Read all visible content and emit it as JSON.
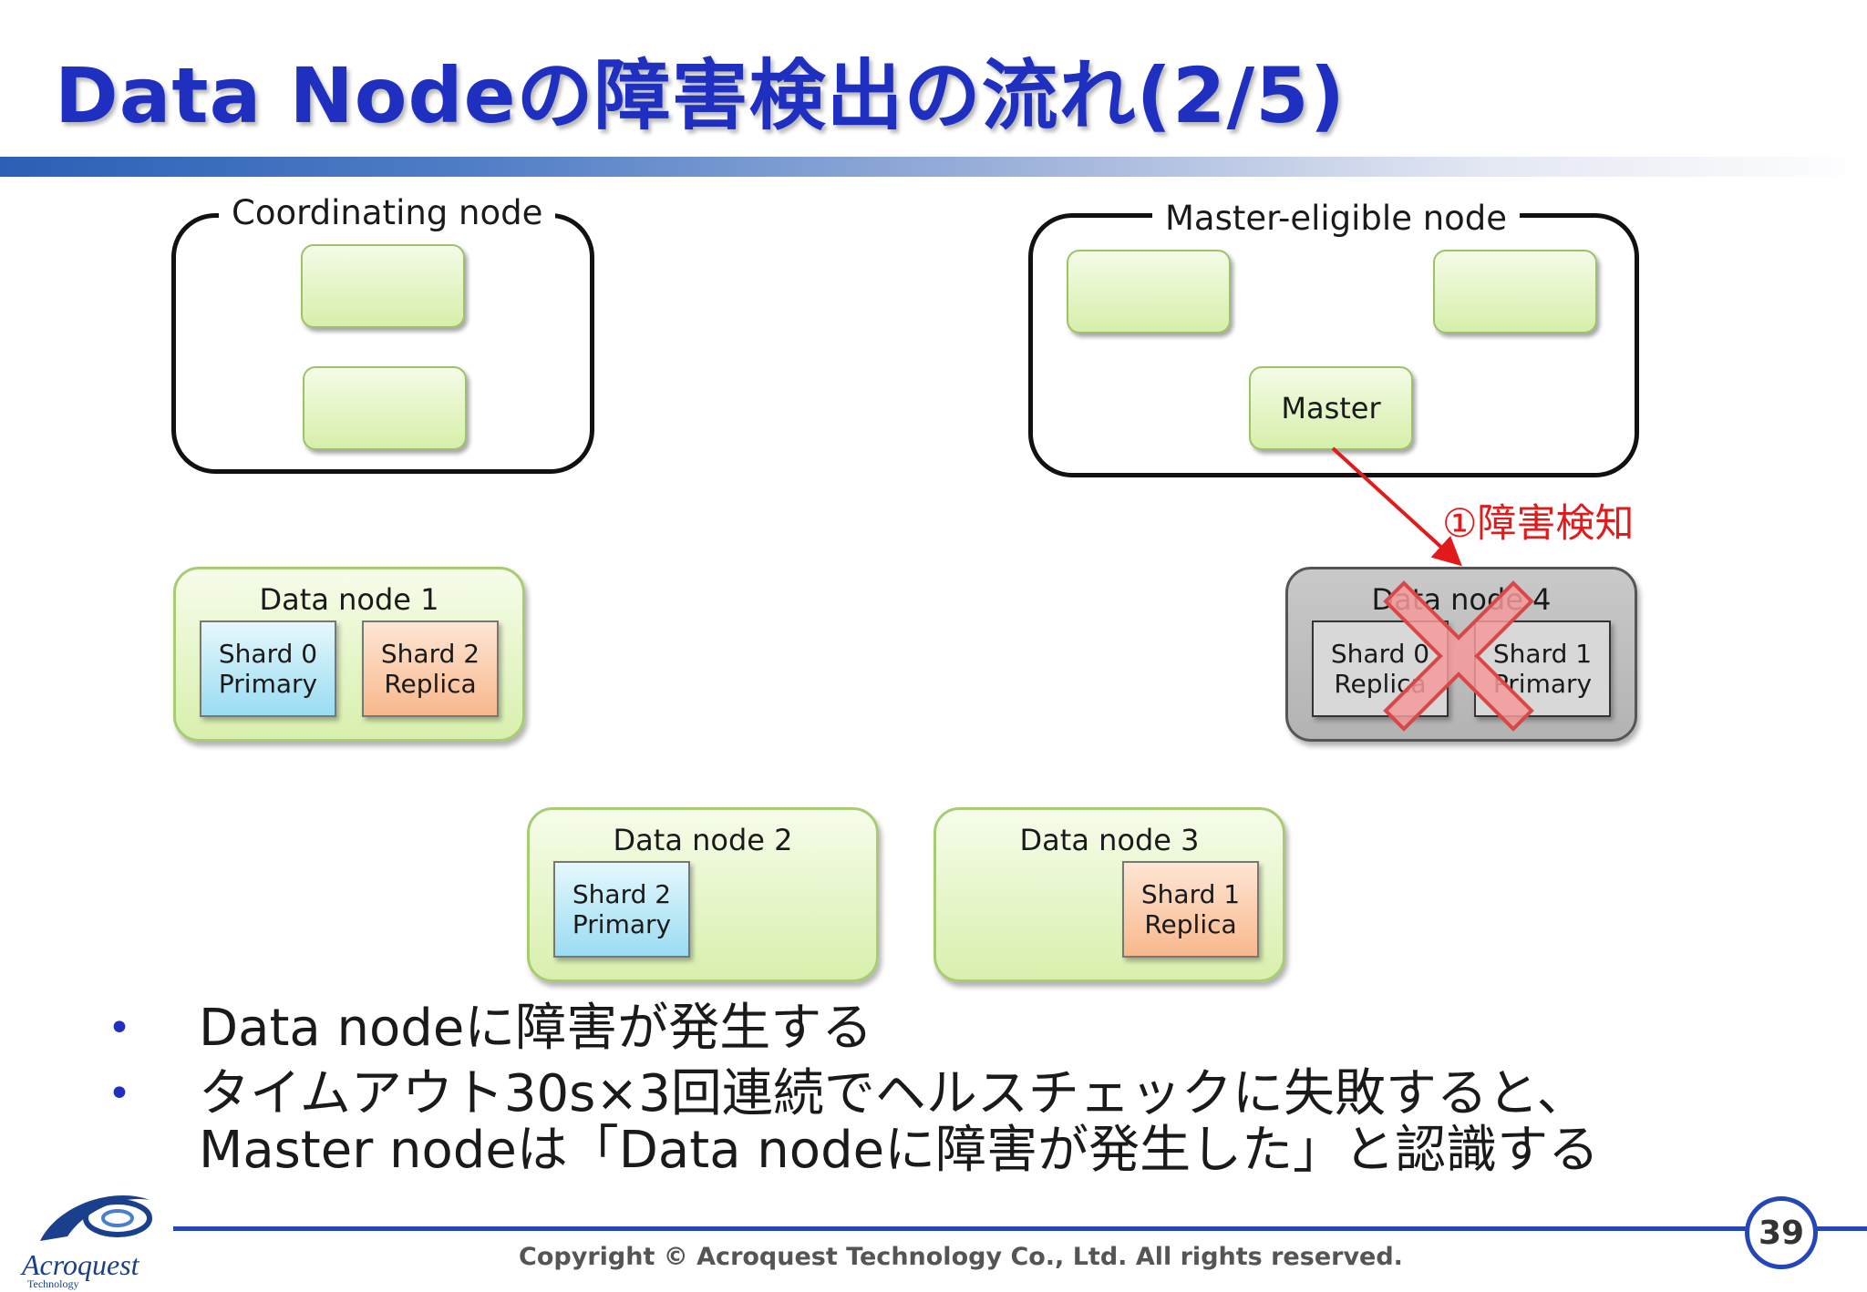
{
  "title": "Data Nodeの障害検出の流れ(2/5)",
  "diagram": {
    "coordinating_node": {
      "label": "Coordinating node"
    },
    "master_eligible_node": {
      "label": "Master-eligible node",
      "master_label": "Master"
    },
    "detection_label": "①障害検知",
    "data_nodes": [
      {
        "label": "Data node 1",
        "shards": [
          {
            "line1": "Shard 0",
            "line2": "Primary"
          },
          {
            "line1": "Shard 2",
            "line2": "Replica"
          }
        ]
      },
      {
        "label": "Data node 2",
        "shards": [
          {
            "line1": "Shard 2",
            "line2": "Primary"
          }
        ]
      },
      {
        "label": "Data node 3",
        "shards": [
          {
            "line1": "Shard 1",
            "line2": "Replica"
          }
        ]
      },
      {
        "label": "Data node 4",
        "failed": true,
        "shards": [
          {
            "line1": "Shard 0",
            "line2": "Replica"
          },
          {
            "line1": "Shard 1",
            "line2": "Primary"
          }
        ]
      }
    ],
    "colors": {
      "failure": "#e11b1b",
      "primary": "#9adcf2",
      "replica": "#f8b88d",
      "node": "#d8f0ad"
    }
  },
  "bullets": [
    {
      "lines": [
        "Data nodeに障害が発生する"
      ]
    },
    {
      "lines": [
        "タイムアウト30s×3回連続でヘルスチェックに失敗すると、",
        "Master nodeは「Data nodeに障害が発生した」と認識する"
      ]
    }
  ],
  "footer": {
    "copyright": "Copyright © Acroquest Technology Co., Ltd. All rights reserved.",
    "page_number": "39",
    "logo_text": "Acroquest",
    "logo_sub": "Technology"
  }
}
